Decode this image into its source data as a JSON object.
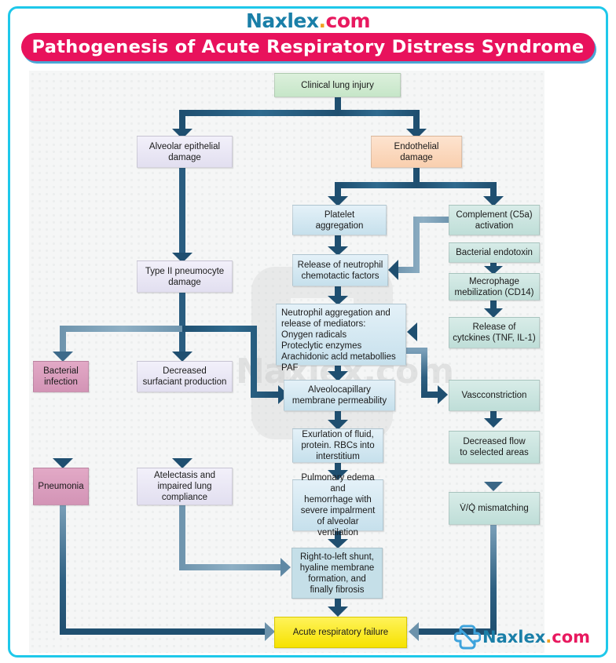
{
  "header": {
    "brand_name": "Naxlex",
    "brand_dot": ".",
    "brand_tld": "com",
    "title": "Pathogenesis of Acute Respiratory Distress Syndrome"
  },
  "watermark": {
    "text": "Naxlex.com"
  },
  "footer_brand": {
    "name": "Naxlex",
    "dot": ".",
    "tld": "com"
  },
  "colors": {
    "frame": "#1ec8ea",
    "title_bg": "#e8125c",
    "brand_blue": "#1a7fa8",
    "brand_pink": "#e8195f",
    "brand_orange": "#f0a020",
    "arrow_dark": "#1f4f70",
    "arrow_light": "#7a9fb8"
  },
  "nodes": {
    "clinical_lung_injury": "Clinical lung injury",
    "alveolar_epithelial_damage": "Alveolar epithelial\ndamage",
    "endothelial_damage": "Endothelial\ndamage",
    "platelet_aggregation": "Platelet\naggregation",
    "complement_activation": "Complement (C5a)\nactivation",
    "release_neutrophil_factors": "Release of neutrophil\nchemotactic factors",
    "bacterial_endotoxin": "Bacterial endotoxin",
    "macrophage_mobilization": "Mecrophage\nmebilization (CD14)",
    "type2_pneumocyte_damage": "Type II pneumocyte\ndamage",
    "neutrophil_aggregation": "Neutrophil aggregation and\nrelease of mediators:\n    Onygen radicals\n    Proteclytic enzymes\n    Arachidonic acld metabollies\n    PAF",
    "release_cytokines": "Release of\ncytckines (TNF, IL-1)",
    "bacterial_infection": "Bacterial\ninfection",
    "decreased_surfactant": "Decreased\nsurfaciant production",
    "alveolocapillary_permeability": "Alveolocapillary\nmembrane permeability",
    "vasoconstriction": "Vascconstriction",
    "exudation": "Exurlation of fluid,\nprotein. RBCs into\ninterstitium",
    "decreased_flow": "Decreased flow\nto selected areas",
    "pneumonia": "Pneumonia",
    "atelectasis": "Atelectasis and\nimpaired lung\ncompliance",
    "pulmonary_edema": "Pulmonary edema and\nhemorrhage with\nsevere impalrment\nof alveolar ventilation",
    "vq_mismatching": "V̇/Q̇ mismatching",
    "right_to_left_shunt": "Right-to-left shunt,\nhyaline membrane\nformation, and\nfinally fibrosis",
    "acute_respiratory_failure": "Acute respiratory failure"
  }
}
